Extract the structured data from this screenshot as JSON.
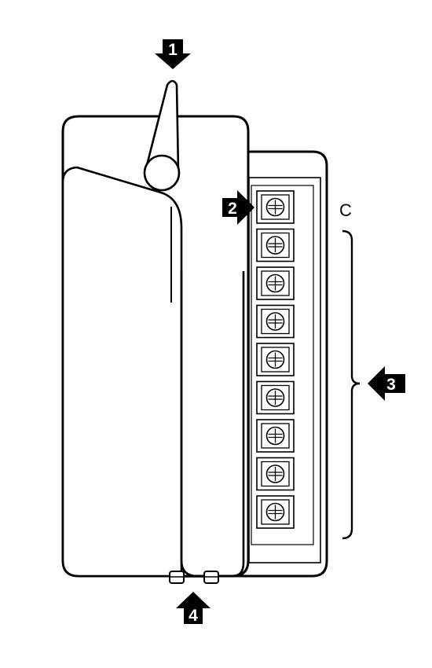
{
  "diagram": {
    "stroke_color": "#000000",
    "fill_color": "#ffffff",
    "common_terminal_label": "C",
    "callouts": [
      {
        "number": "1",
        "direction": "down",
        "points_to": "cover-latch"
      },
      {
        "number": "2",
        "direction": "right",
        "points_to": "common-terminal"
      },
      {
        "number": "3",
        "direction": "left",
        "points_to": "station-terminals"
      },
      {
        "number": "4",
        "direction": "up",
        "points_to": "bottom-tabs"
      }
    ],
    "station_terminal_count": 8,
    "screw_icon": "terminal-screw-icon"
  }
}
